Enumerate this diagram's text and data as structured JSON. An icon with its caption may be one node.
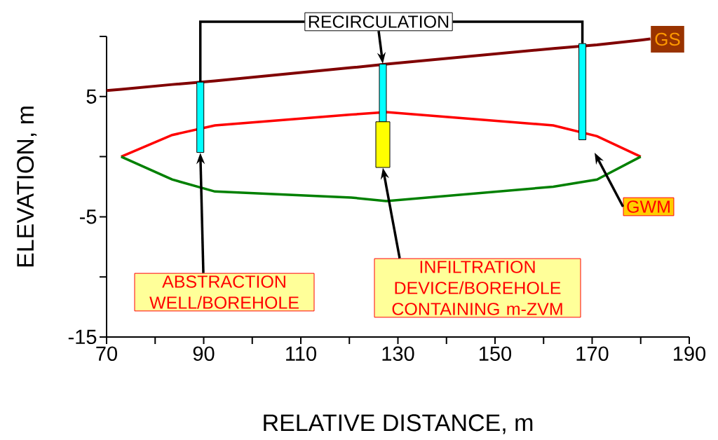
{
  "diagram": {
    "nodes": [
      {
        "text": [
          "RECIRCULATION"
        ]
      },
      {
        "text": [],
        "shape": "box"
      },
      {
        "text": [],
        "shape": "box"
      },
      {
        "text": [],
        "shape": "box"
      },
      {
        "text": [],
        "shape": "box"
      },
      {
        "text": [
          "ABSTRACTION WELL/BOREHOLE"
        ]
      },
      {
        "text": [
          "INFILTRATION DEVICE/BOREHOLE CONTAINING m-ZVM"
        ]
      },
      {
        "text": [
          "GWM"
        ]
      }
    ],
    "edges": [
      {
        "from": 1,
        "to": 0,
        "arrow": "none"
      },
      {
        "from": 4,
        "to": 0,
        "arrow": "none"
      },
      {
        "from": 0,
        "to": 2,
        "arrow": "to"
      },
      {
        "from": 5,
        "to": 1,
        "arrow": "to"
      },
      {
        "from": 6,
        "to": 3,
        "arrow": "to"
      },
      {
        "from": 7,
        "to": null,
        "arrow": "to"
      }
    ],
    "chart_data": {
      "type": "line",
      "xlabel": "RELATIVE DISTANCE, m",
      "ylabel": "ELEVATION, m",
      "x": [
        70,
        73,
        83.5,
        92.3,
        120.4,
        127.6,
        162,
        171,
        180,
        182
      ],
      "series": [
        {
          "name": "GS",
          "color": "#800000",
          "values": [
            5.5,
            5.6,
            6.0,
            6.3,
            7.4,
            7.7,
            9.0,
            9.3,
            9.7,
            9.8
          ]
        },
        {
          "color": "#ff0000",
          "values": [
            null,
            0,
            1.8,
            2.6,
            3.5,
            3.7,
            2.6,
            1.7,
            0,
            null
          ]
        },
        {
          "color": "#008000",
          "values": [
            null,
            0,
            -1.9,
            -2.9,
            -3.4,
            -3.7,
            -2.5,
            -1.9,
            0,
            null
          ]
        }
      ],
      "xlim": [
        70,
        190
      ],
      "ylim": [
        -15,
        10
      ],
      "xticks": [
        70,
        90,
        110,
        130,
        150,
        170,
        190
      ],
      "yticks": [
        -15,
        -5,
        5
      ]
    }
  }
}
